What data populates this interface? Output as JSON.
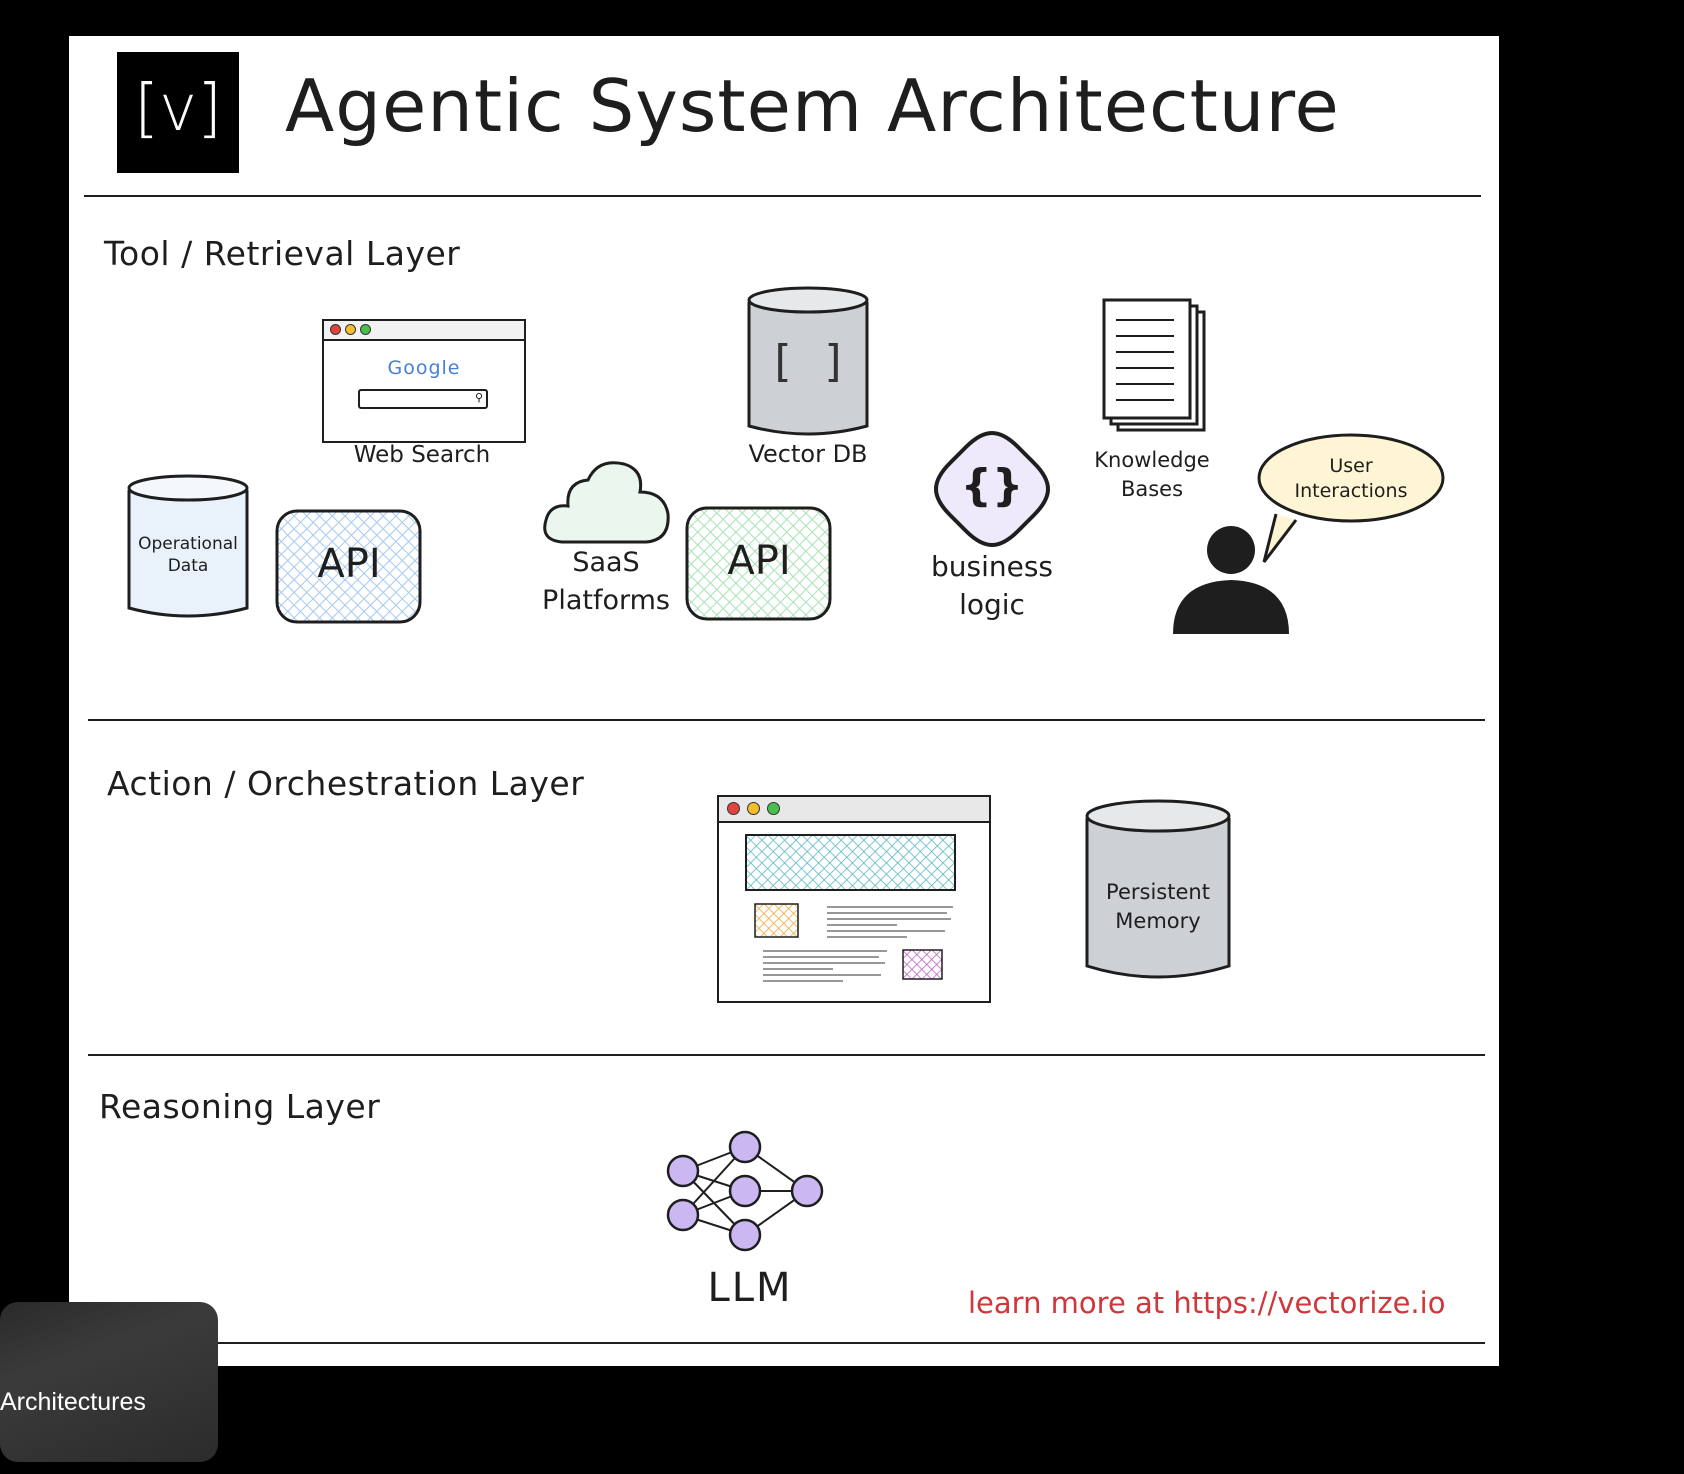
{
  "header": {
    "logo_text": "[v]",
    "title": "Agentic System Architecture"
  },
  "layers": {
    "tool": {
      "title": "Tool / Retrieval Layer",
      "google_text": "Google",
      "web_search": "Web Search",
      "vector_db": "Vector DB",
      "vector_symbol": "[ ]",
      "knowledge_bases": [
        "Knowledge",
        "Bases"
      ],
      "user_interactions": [
        "User",
        "Interactions"
      ],
      "operational_data": [
        "Operational",
        "Data"
      ],
      "api_left": "API",
      "api_right": "API",
      "saas": [
        "SaaS",
        "Platforms"
      ],
      "business_logic": [
        "business",
        "logic"
      ],
      "braces": "{}"
    },
    "action": {
      "title": "Action / Orchestration Layer",
      "persistent_memory": [
        "Persistent",
        "Memory"
      ]
    },
    "reasoning": {
      "title": "Reasoning Layer",
      "llm": "LLM"
    }
  },
  "footer": {
    "learn_more": "learn more at https://vectorize.io"
  },
  "caption_chip": {
    "text": "Architectures"
  },
  "colors": {
    "ink": "#1e1e1e",
    "api_left": "#a5c8f0",
    "api_right": "#a8e2b4",
    "saas_fill": "#eaf6ee",
    "operational_fill": "#e9f1fb",
    "db_fill": "#cdd0d4",
    "logic_fill": "#efeafb",
    "bubble_fill": "#fdf5d4",
    "neuron_fill": "#cbb8f3",
    "link_red": "#d0373b"
  }
}
